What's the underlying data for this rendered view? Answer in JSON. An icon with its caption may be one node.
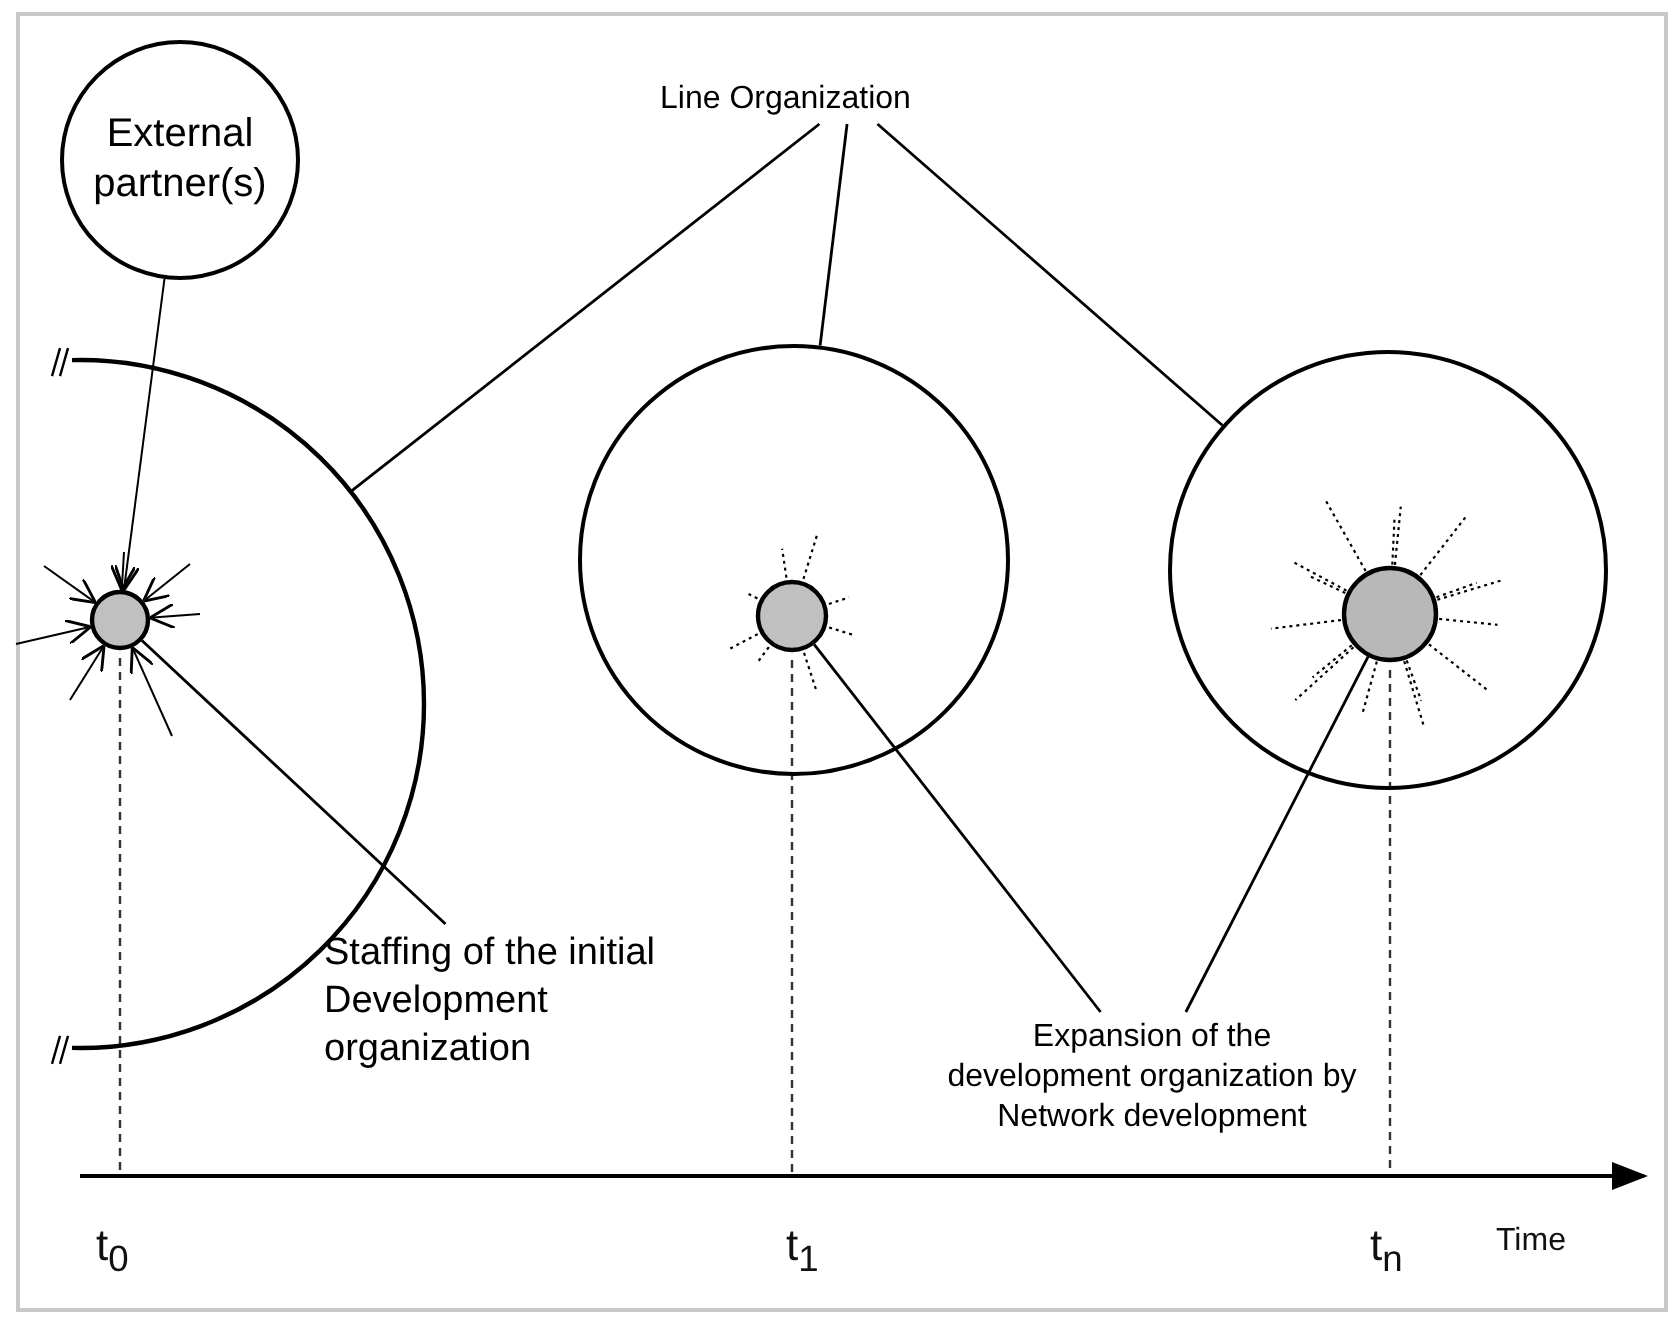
{
  "diagram": {
    "nodes": [
      {
        "text": [
          "External partner(s)"
        ]
      },
      {
        "text": [
          "Line Organization"
        ]
      },
      {
        "text": [],
        "shape": "circle"
      },
      {
        "text": [],
        "shape": "circle",
        "in": 2
      },
      {
        "text": [],
        "shape": "circle"
      },
      {
        "text": [],
        "shape": "circle",
        "in": 4
      },
      {
        "text": [],
        "shape": "circle"
      },
      {
        "text": [],
        "shape": "circle",
        "in": 6
      },
      {
        "text": [
          "Staffing of the initial Development organization"
        ]
      },
      {
        "text": [
          "Expansion of the development organization by Network development"
        ]
      }
    ],
    "edges": [
      {
        "from": 0,
        "to": 3,
        "arrow": "to"
      },
      {
        "from": 1,
        "to": 2,
        "arrow": "none"
      },
      {
        "from": 1,
        "to": 4,
        "arrow": "none"
      },
      {
        "from": 1,
        "to": 6,
        "arrow": "none"
      },
      {
        "from": null,
        "to": 3,
        "arrow": "to"
      },
      {
        "from": null,
        "to": 3,
        "arrow": "to"
      },
      {
        "from": null,
        "to": 3,
        "arrow": "to"
      },
      {
        "from": null,
        "to": 3,
        "arrow": "to"
      },
      {
        "from": null,
        "to": 3,
        "arrow": "to"
      },
      {
        "from": null,
        "to": 3,
        "arrow": "to"
      },
      {
        "from": null,
        "to": 3,
        "arrow": "to"
      },
      {
        "from": 8,
        "to": 3,
        "arrow": "none"
      },
      {
        "from": 9,
        "to": 5,
        "arrow": "none"
      },
      {
        "from": 9,
        "to": 7,
        "arrow": "none"
      }
    ],
    "labels": [
      "t$_{0}$",
      "t$_{1}$",
      "t$_{n}$",
      "Time"
    ]
  }
}
